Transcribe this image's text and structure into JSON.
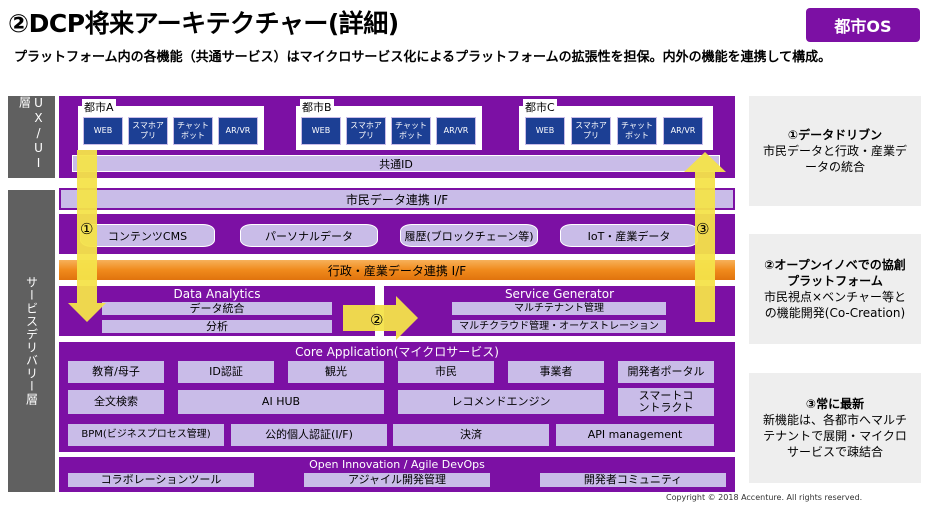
{
  "title": "②DCP将来アーキテクチャー(詳細)",
  "badge": "都市OS",
  "subtitle": "プラットフォーム内の各機能（共通サービス）はマイクロサービス化によるプラットフォームの拡張性を担保。内外の機能を連携して構成。",
  "layers": {
    "ux": "UX/UI層",
    "service": "サービスデリバリー層"
  },
  "cities": [
    {
      "name": "都市A",
      "apps": [
        "WEB",
        "スマホアプリ",
        "チャットボット",
        "AR/VR"
      ]
    },
    {
      "name": "都市B",
      "apps": [
        "WEB",
        "スマホアプリ",
        "チャットボット",
        "AR/VR"
      ]
    },
    {
      "name": "都市C",
      "apps": [
        "WEB",
        "スマホアプリ",
        "チャットボット",
        "AR/VR"
      ]
    }
  ],
  "common_id": "共通ID",
  "citizen_if": "市民データ連携 I/F",
  "data_stores": [
    "コンテンツCMS",
    "パーソナルデータ",
    "履歴(ブロックチェーン等)",
    "IoT・産業データ"
  ],
  "gov_if": "行政・産業データ連携 I/F",
  "data_analytics": {
    "title": "Data Analytics",
    "items": [
      "データ統合",
      "分析"
    ]
  },
  "service_generator": {
    "title": "Service Generator",
    "items": [
      "マルチテナント管理",
      "マルチクラウド管理・オーケストレーション"
    ]
  },
  "core": {
    "title": "Core Application(マイクロサービス)",
    "row1": [
      "教育/母子",
      "ID認証",
      "観光",
      "市民",
      "事業者",
      "開発者ポータル"
    ],
    "row2": [
      "全文検索",
      "AI HUB",
      "レコメンドエンジン",
      "スマートコントラクト"
    ],
    "row3": [
      "BPM(ビジネスプロセス管理)",
      "公的個人認証(I/F)",
      "決済",
      "API management"
    ]
  },
  "open_innovation": {
    "title": "Open Innovation / Agile DevOps",
    "items": [
      "コラボレーションツール",
      "アジャイル開発管理",
      "開発者コミュニティ"
    ]
  },
  "arrows": [
    "①",
    "②",
    "③"
  ],
  "side": [
    {
      "head": "①データドリブン",
      "body": "市民データと行政・産業データの統合"
    },
    {
      "head": "②オープンイノベでの協創プラットフォーム",
      "body": "市民視点×ベンチャー等との機能開発(Co-Creation)"
    },
    {
      "head": "③常に最新",
      "body": "新機能は、各都市へマルチテナントで展開・マイクロサービスで疎結合"
    }
  ],
  "copyright": "Copyright © 2018 Accenture. All rights reserved.",
  "colors": {
    "purple": "#7c10a4",
    "lavender": "#c9bce8",
    "navy": "#1c3f94",
    "arrow": "#f4e34a",
    "orange": "#f08a1c",
    "gray": "#606060"
  }
}
